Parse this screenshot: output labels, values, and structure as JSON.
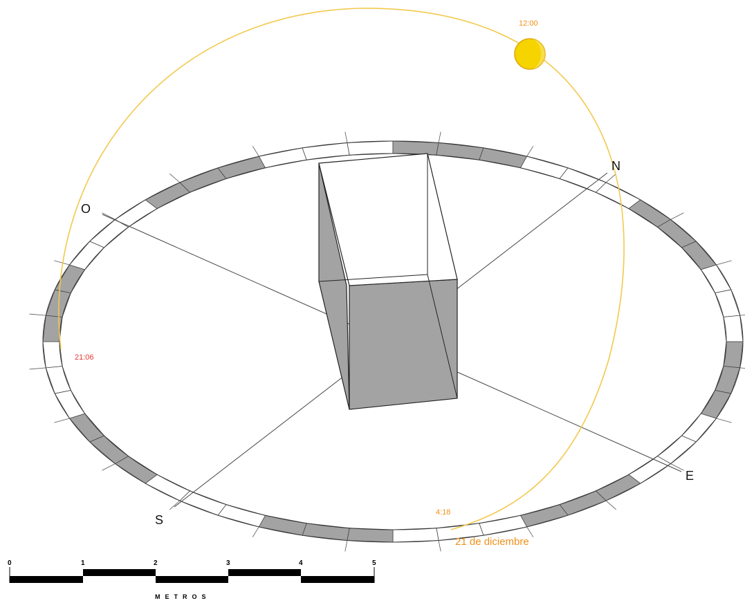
{
  "compass": {
    "north": "N",
    "south": "S",
    "east": "E",
    "west": "O"
  },
  "sun_path": {
    "date_label": "21 de diciembre",
    "noon_label": "12:00",
    "sunset_label": "21:06",
    "sunrise_label": "4:18",
    "path_color": "#f2c94c",
    "sun_color": "#f5d400",
    "time_color": "#f0901a",
    "sunset_color": "#e53935"
  },
  "scale_bar": {
    "ticks": [
      "0",
      "1",
      "2",
      "3",
      "4",
      "5"
    ],
    "unit": "METROS"
  },
  "colors": {
    "ring_dark": "#8c8c8c",
    "face_dark": "#a3a3a3",
    "line": "#333333"
  }
}
